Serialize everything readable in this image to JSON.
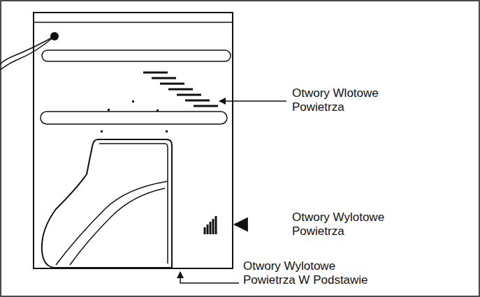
{
  "diagram": {
    "labels": [
      "Otwory Wlotowe Powietrza",
      "Otwory Wylotowe Powietrza",
      "Otwory Wylotowe Powietrza W Podstawie"
    ]
  }
}
